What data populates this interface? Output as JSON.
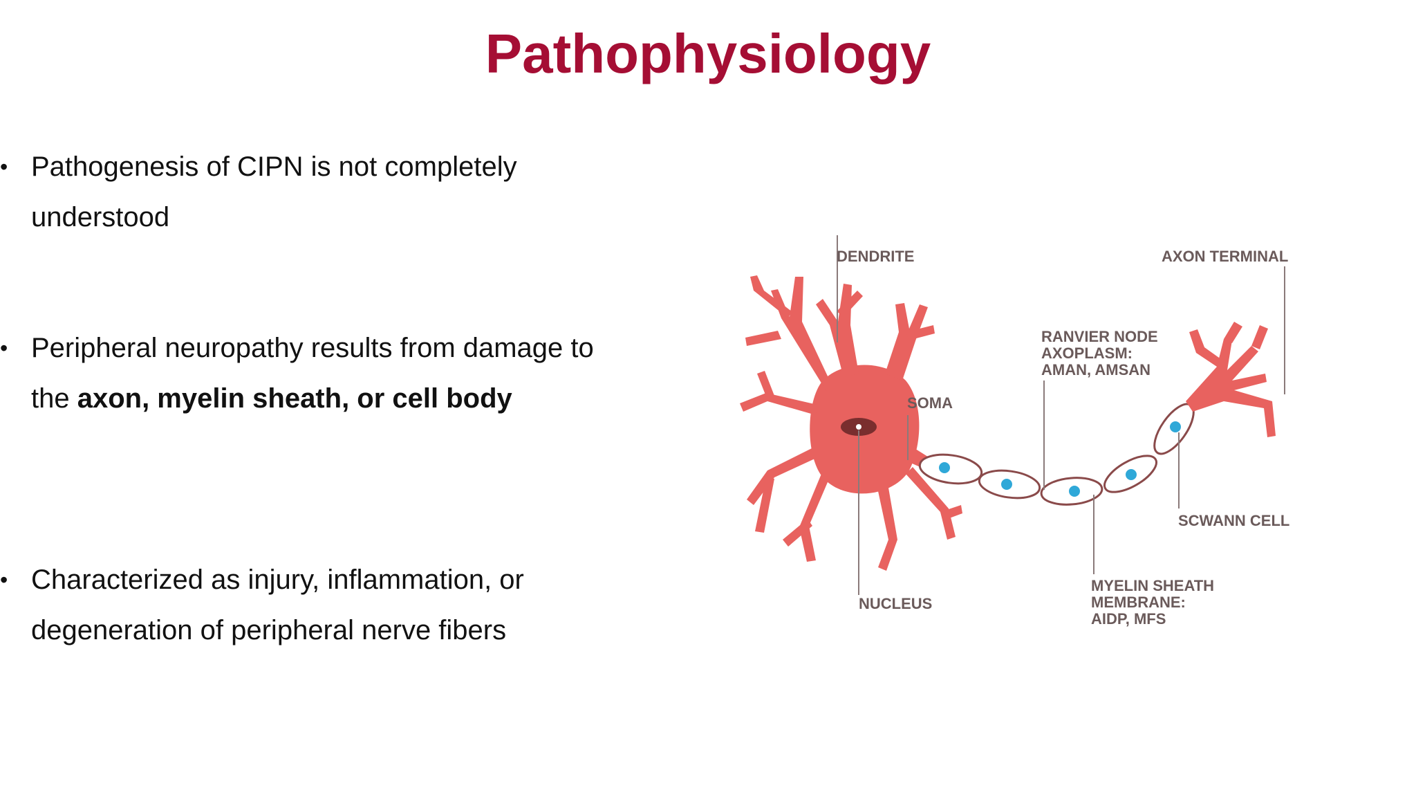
{
  "slide": {
    "title": "Pathophysiology",
    "bullets": [
      {
        "marker": "•",
        "text": "Pathogenesis of CIPN is not completely understood"
      },
      {
        "marker": "•",
        "text_before": "Peripheral neuropathy results from damage to the ",
        "text_bold": "axon, myelin sheath, or cell body"
      },
      {
        "marker": "•",
        "text": "Characterized as injury, inflammation, or degeneration of peripheral nerve fibers"
      }
    ]
  },
  "diagram": {
    "labels": {
      "dendrite": "DENDRITE",
      "axon_terminal": "AXON TERMINAL",
      "ranvier_1": "RANVIER NODE",
      "ranvier_2": "AXOPLASM:",
      "ranvier_3": "AMAN, AMSAN",
      "soma": "SOMA",
      "schwann": "SCWANN CELL",
      "nucleus": "NUCLEUS",
      "myelin_1": "MYELIN SHEATH",
      "myelin_2": "MEMBRANE:",
      "myelin_3": "AIDP, MFS"
    },
    "colors": {
      "neuron": "#e8625f",
      "outline": "#8a4a4a",
      "nucleus": "#7a2e2e",
      "schwann_dot": "#2fa8d8",
      "label": "#6a5a5a",
      "title": "#a50e34"
    }
  }
}
